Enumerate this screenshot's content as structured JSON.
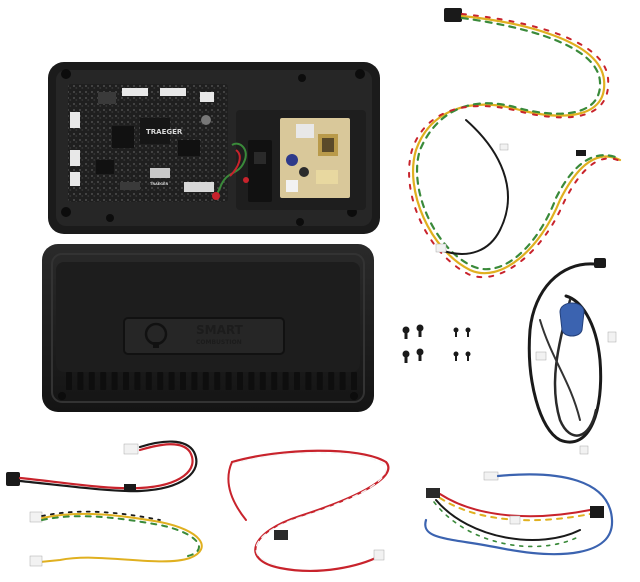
{
  "board": {
    "brand_text": "TRAEGER",
    "chip_text": "TRAEGER"
  },
  "lid": {
    "logo_line1": "SMART",
    "logo_line2": "COMBUSTION"
  },
  "colors": {
    "housing": "#1a1a1a",
    "pcb": "#222222",
    "power_board": "#d9c89a",
    "wire_red": "#c8232c",
    "wire_yellow": "#e0b020",
    "wire_green": "#3a8a3a",
    "wire_black": "#1a1a1a",
    "wire_blue": "#3b63b0",
    "connector_white": "#f2f2f2"
  }
}
